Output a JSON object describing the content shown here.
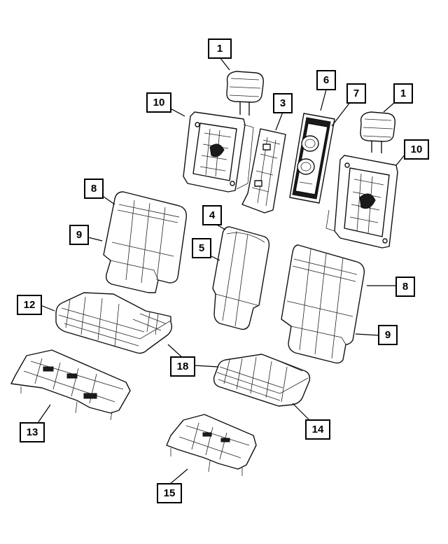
{
  "callouts": [
    {
      "id": "c1a",
      "label": "1"
    },
    {
      "id": "c1b",
      "label": "1"
    },
    {
      "id": "c3",
      "label": "3"
    },
    {
      "id": "c4",
      "label": "4"
    },
    {
      "id": "c5",
      "label": "5"
    },
    {
      "id": "c6",
      "label": "6"
    },
    {
      "id": "c7",
      "label": "7"
    },
    {
      "id": "c8a",
      "label": "8"
    },
    {
      "id": "c8b",
      "label": "8"
    },
    {
      "id": "c9a",
      "label": "9"
    },
    {
      "id": "c9b",
      "label": "9"
    },
    {
      "id": "c10a",
      "label": "10"
    },
    {
      "id": "c10b",
      "label": "10"
    },
    {
      "id": "c12",
      "label": "12"
    },
    {
      "id": "c13",
      "label": "13"
    },
    {
      "id": "c14",
      "label": "14"
    },
    {
      "id": "c15",
      "label": "15"
    },
    {
      "id": "c18",
      "label": "18"
    }
  ]
}
